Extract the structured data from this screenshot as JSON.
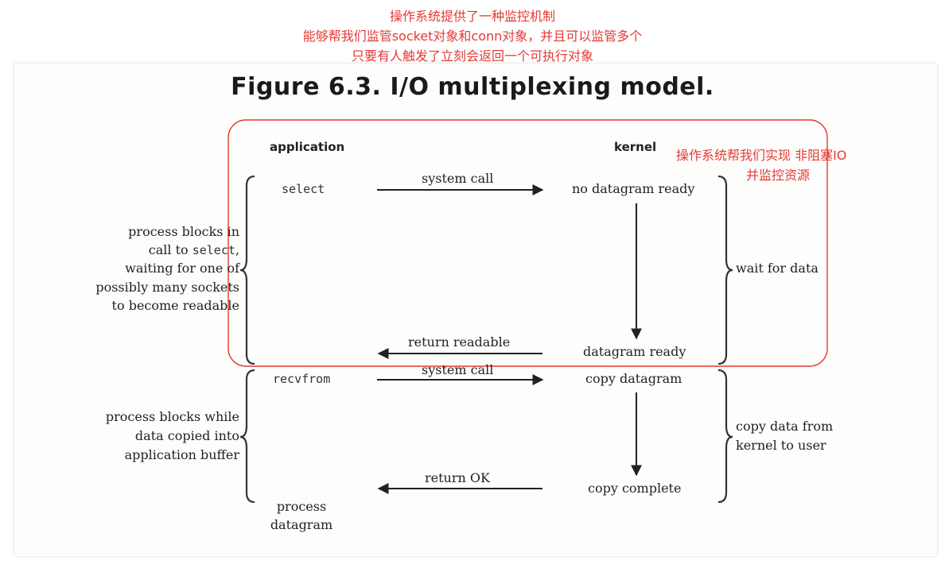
{
  "annotations": {
    "top_lines": [
      "操作系统提供了一种监控机制",
      "能够帮我们监管socket对象和conn对象，并且可以监管多个",
      "只要有人触发了立刻会返回一个可执行对象"
    ],
    "side_line1": "操作系统帮我们实现  非阻塞IO",
    "side_line2": "并监控资源",
    "highlight_color": "#e53935"
  },
  "figure": {
    "title": "Figure 6.3. I/O multiplexing model.",
    "columns": {
      "application": "application",
      "kernel": "kernel"
    },
    "app_calls": {
      "select": "select",
      "recvfrom": "recvfrom"
    },
    "process_datagram": [
      "process",
      "datagram"
    ],
    "arrows": {
      "system_call_1": "system call",
      "return_readable": "return readable",
      "system_call_2": "system call",
      "return_ok": "return OK"
    },
    "kernel_states": {
      "no_datagram_ready": "no datagram ready",
      "datagram_ready": "datagram ready",
      "copy_datagram": "copy datagram",
      "copy_complete": "copy complete"
    },
    "left_notes": {
      "block1": {
        "line1": "process blocks in",
        "line2_prefix": "call to ",
        "line2_code": "select",
        "line2_suffix": ",",
        "line3": "waiting for one of",
        "line4": "possibly many sockets",
        "line5": "to become readable"
      },
      "block2": [
        "process blocks while",
        "data copied into",
        "application buffer"
      ]
    },
    "right_notes": {
      "wait": "wait for data",
      "copy": [
        "copy data from",
        "kernel to user"
      ]
    }
  }
}
